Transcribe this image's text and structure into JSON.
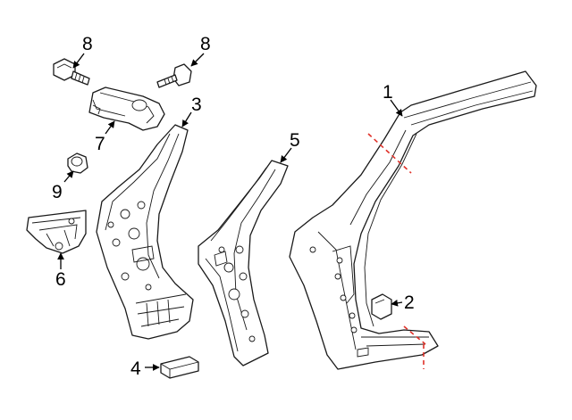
{
  "callouts": {
    "c1": "1",
    "c2": "2",
    "c3": "3",
    "c4": "4",
    "c5": "5",
    "c6": "6",
    "c7": "7",
    "c8a": "8",
    "c8b": "8",
    "c9": "9"
  },
  "colors": {
    "line": "#1a1a1a",
    "cut_line": "#e0322a",
    "background": "#ffffff"
  }
}
